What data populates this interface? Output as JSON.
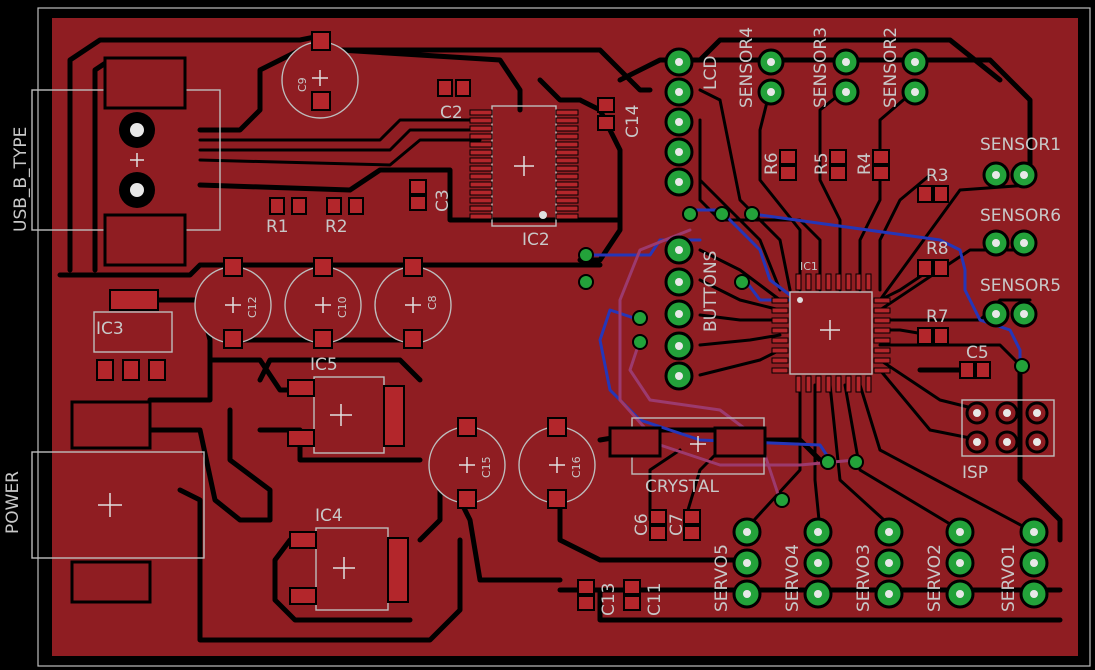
{
  "board": {
    "copper_color": "#8f1d22",
    "trace_color": "#000000",
    "pad_color": "#23a23a",
    "bottom_trace_color": "#2536b8",
    "silk_color": "#c8c8c8"
  },
  "labels": {
    "usb": "USB_B_TYPE",
    "power": "POWER",
    "lcd": "LCD",
    "sensor4": "SENSOR4",
    "sensor3": "SENSOR3",
    "sensor2": "SENSOR2",
    "sensor1": "SENSOR1",
    "sensor6": "SENSOR6",
    "sensor5": "SENSOR5",
    "buttons": "BUTTONS",
    "isp": "ISP",
    "crystal": "CRYSTAL",
    "servo5": "SERVO5",
    "servo4": "SERVO4",
    "servo3": "SERVO3",
    "servo2": "SERVO2",
    "servo1": "SERVO1",
    "ic1": "IC1",
    "ic2": "IC2",
    "ic3": "IC3",
    "ic4": "IC4",
    "ic5": "IC5",
    "r1": "R1",
    "r2": "R2",
    "r3": "R3",
    "r4": "R4",
    "r5": "R5",
    "r6": "R6",
    "r7": "R7",
    "r8": "R8",
    "c2": "C2",
    "c3": "C3",
    "c5": "C5",
    "c6": "C6",
    "c7": "C7",
    "c8": "C8",
    "c9": "C9",
    "c10": "C10",
    "c11": "C11",
    "c12": "C12",
    "c13": "C13",
    "c14": "C14",
    "c15": "C15",
    "c16": "C16"
  }
}
